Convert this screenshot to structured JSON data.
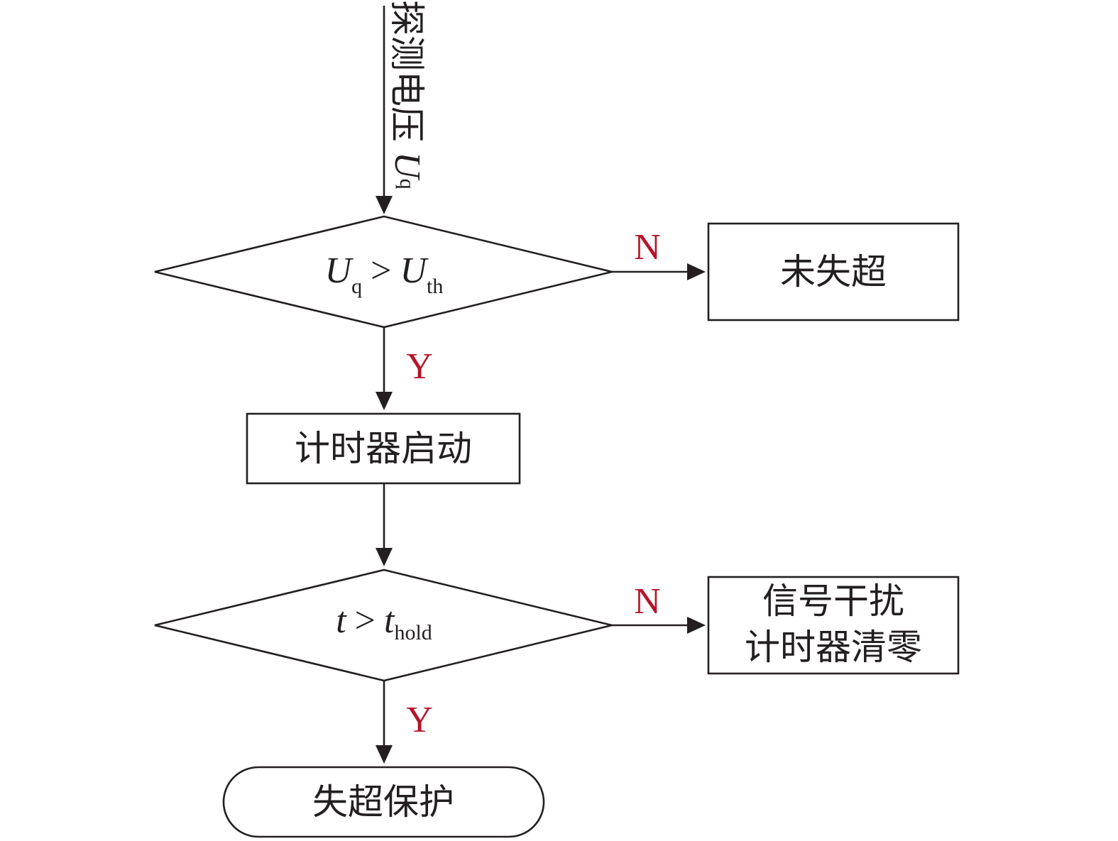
{
  "input_label": {
    "text": "探测电压",
    "var": "U",
    "sub": "q"
  },
  "decision1": {
    "lhs_var": "U",
    "lhs_sub": "q",
    "op": ">",
    "rhs_var": "U",
    "rhs_sub": "th"
  },
  "no_branch_1": {
    "label": "N",
    "box": "未失超"
  },
  "yes_branch_1": {
    "label": "Y"
  },
  "timer_start": "计时器启动",
  "decision2": {
    "lhs_var": "t",
    "op": ">",
    "rhs_var": "t",
    "rhs_sub": "hold"
  },
  "no_branch_2": {
    "label": "N",
    "box_line1": "信号干扰",
    "box_line2": "计时器清零"
  },
  "yes_branch_2": {
    "label": "Y"
  },
  "terminal": "失超保护",
  "colors": {
    "line": "#231f20",
    "branch_label": "#b5152b"
  }
}
